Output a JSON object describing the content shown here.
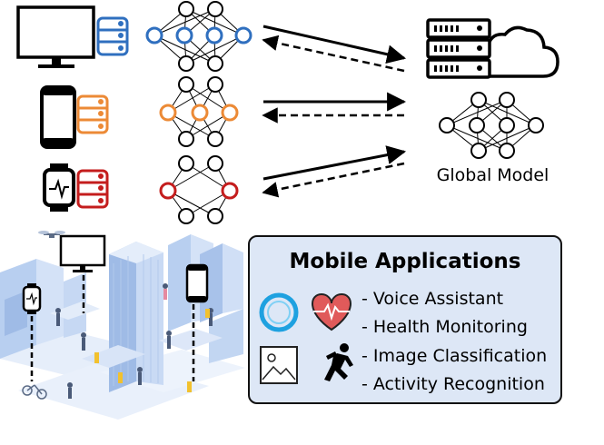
{
  "global_model_label": "Global Model",
  "mobile_apps": {
    "title": "Mobile Applications",
    "items": [
      "- Voice Assistant",
      "- Health Monitoring",
      "- Image Classification",
      "- Activity Recognition"
    ]
  },
  "colors": {
    "desktop_client": "#2f6fbf",
    "phone_client": "#ec8a36",
    "watch_client": "#c41d1d",
    "city": "#a9c4ea",
    "voice_icon": "#1ea1e0",
    "heart_icon": "#e05a5a",
    "panel_bg": "#dde7f6"
  },
  "icons": [
    "desktop-icon",
    "phone-icon",
    "smartwatch-icon",
    "database-icon",
    "server-icon",
    "cloud-icon",
    "voice-assistant-icon",
    "heart-icon",
    "image-icon",
    "runner-icon"
  ]
}
